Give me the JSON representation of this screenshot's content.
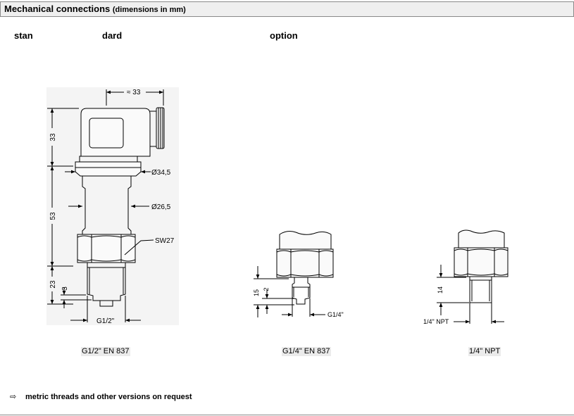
{
  "header": {
    "title": "Mechanical connections",
    "subtitle": "(dimensions in mm)"
  },
  "columns": {
    "standard_left": "stan",
    "standard_right": "dard",
    "option": "option"
  },
  "drawing_standard": {
    "dim_width": "≈ 33",
    "dim_head": "33",
    "dim_body": "53",
    "dim_thread": "23",
    "dim_small": "3",
    "diameter_top": "Ø34,5",
    "diameter_body": "Ø26,5",
    "wrench": "SW27",
    "thread": "G1/2\""
  },
  "drawing_option1": {
    "dim_length": "15",
    "dim_small": "2",
    "thread": "G1/4\""
  },
  "drawing_option2": {
    "dim_length": "14",
    "thread": "1/4\" NPT"
  },
  "captions": {
    "standard": "G1/2\" EN 837",
    "option1": "G1/4\" EN 837",
    "option2": "1/4\" NPT"
  },
  "footnote": {
    "icon": "arrow-right-icon",
    "text": "metric threads and other versions on request"
  }
}
